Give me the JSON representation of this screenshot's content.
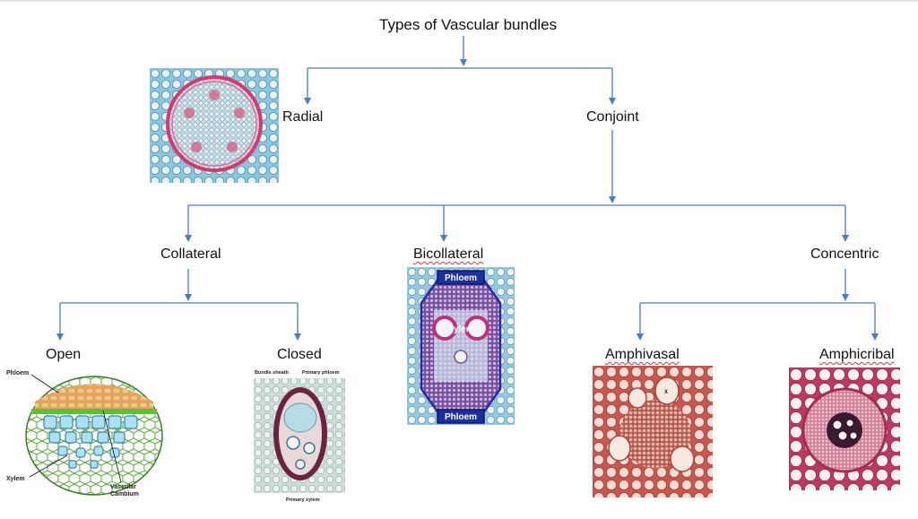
{
  "title": "Types of Vascular bundles",
  "nodes": {
    "radial": "Radial",
    "conjoint": "Conjoint",
    "collateral": "Collateral",
    "bicollateral": "Bicollateral",
    "concentric": "Concentric",
    "open": "Open",
    "closed": "Closed",
    "amphivasal": "Amphivasal",
    "amphicribal": "Amphicribal"
  },
  "image_labels": {
    "open": {
      "phloem": "Phloem",
      "xylem": "Xylem",
      "cambium_1": "Vascular",
      "cambium_2": "Cambium"
    },
    "closed": {
      "bundle_sheath": "Bundle sheath",
      "primary_phloem": "Primary phloem",
      "primary_xylem": "Primary xylem"
    },
    "bicollateral": {
      "phloem_top": "Phloem",
      "xylem": "Xylem",
      "phloem_bottom": "Phloem"
    },
    "amphivasal": {
      "x_mark": "X"
    }
  },
  "colors": {
    "arrow": "#4a7bc4",
    "spell_underline": "#d23a3a"
  }
}
